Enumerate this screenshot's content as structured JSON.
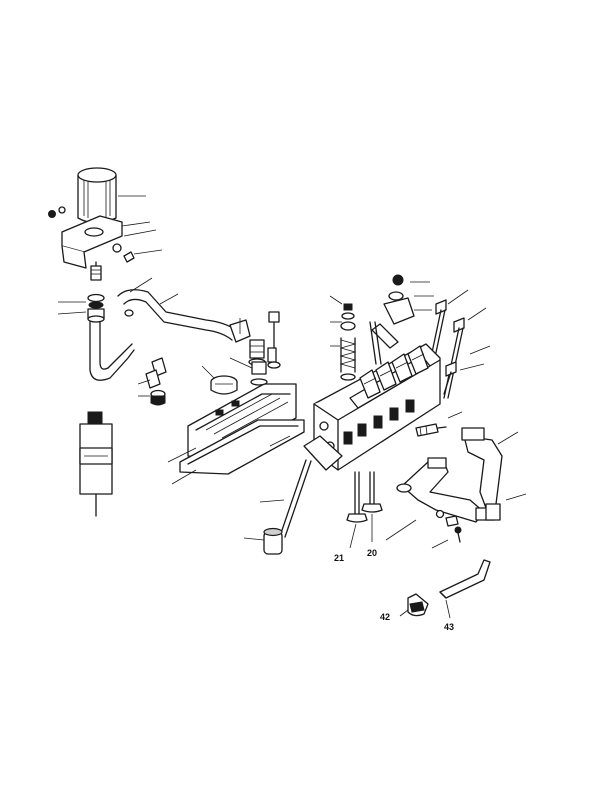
{
  "diagram": {
    "callouts": {
      "valve_exhaust": "21",
      "valve_intake": "20",
      "clamp_small": "42",
      "bracket_strap": "43"
    },
    "colors": {
      "line": "#1a1a1a",
      "background": "#ffffff"
    }
  }
}
